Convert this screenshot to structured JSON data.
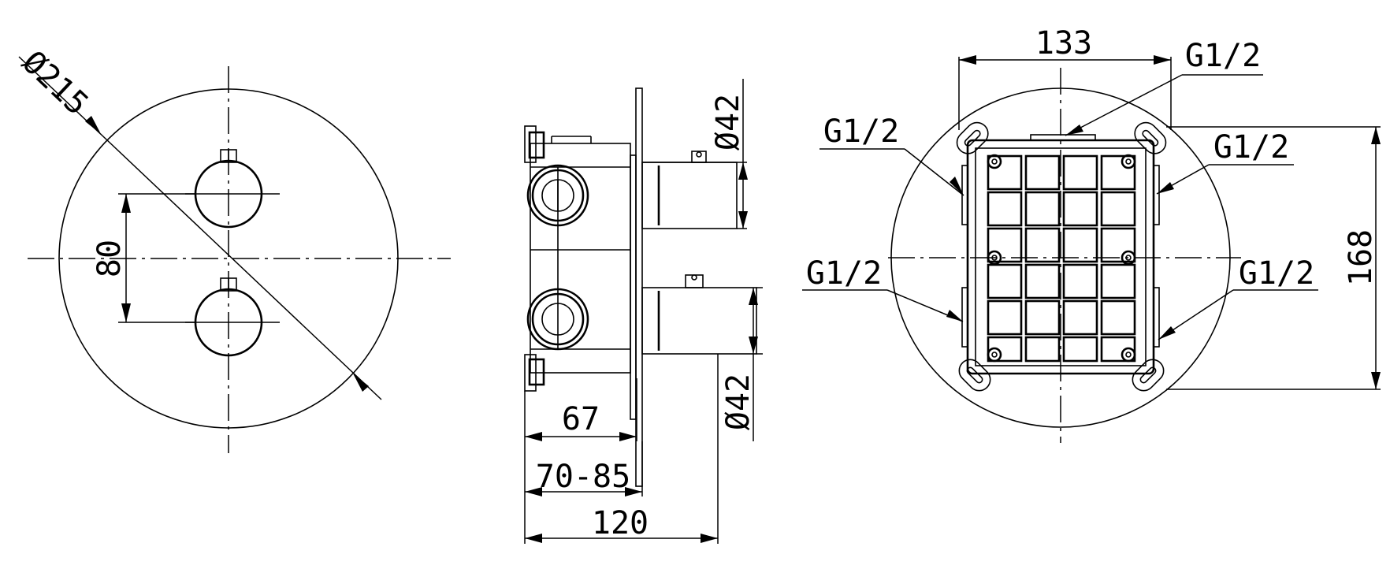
{
  "front_view": {
    "diameter_label": "Ø215",
    "spacing_label": "80"
  },
  "side_view": {
    "top_outlet_label": "Ø42",
    "bottom_outlet_label": "Ø42",
    "depth_body_label": "67",
    "depth_range_label": "70-85",
    "depth_total_label": "120"
  },
  "back_view": {
    "width_label": "133",
    "height_label": "168",
    "port_label_top": "G1/2",
    "port_label_upper_left": "G1/2",
    "port_label_upper_right": "G1/2",
    "port_label_lower_left": "G1/2",
    "port_label_lower_right": "G1/2"
  }
}
